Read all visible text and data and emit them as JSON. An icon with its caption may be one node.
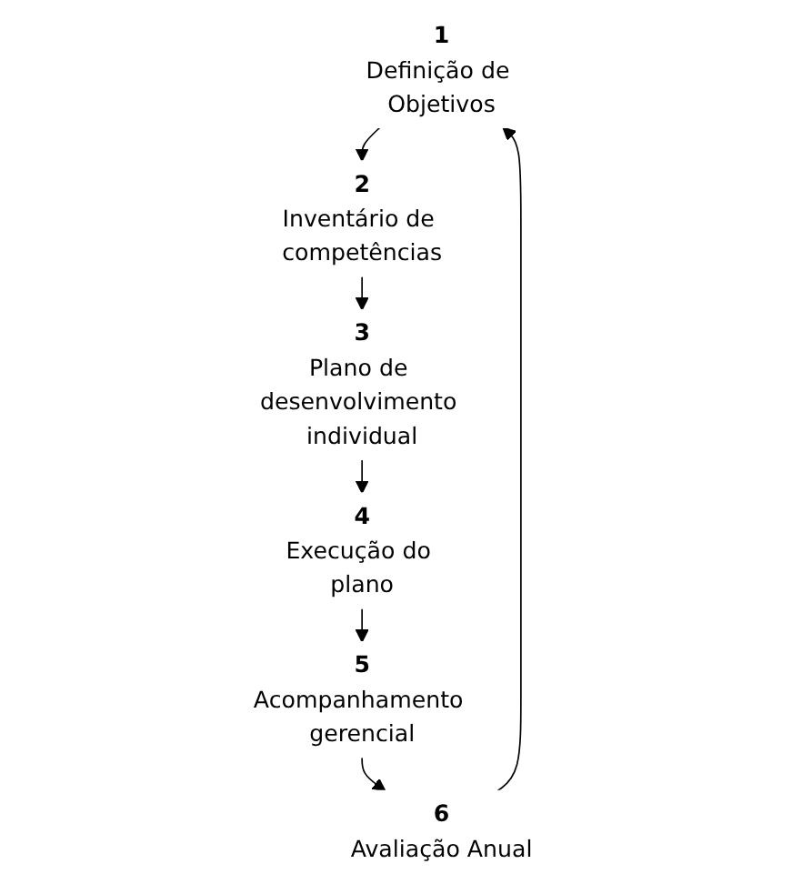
{
  "diagram": {
    "nodes": [
      {
        "text": [
          "1",
          "Definição de Objetivos"
        ]
      },
      {
        "text": [
          "2",
          "Inventário de competências"
        ]
      },
      {
        "text": [
          "3",
          "Plano de desenvolvimento individual"
        ]
      },
      {
        "text": [
          "4",
          "Execução do plano"
        ]
      },
      {
        "text": [
          "5",
          "Acompanhamento gerencial"
        ]
      },
      {
        "text": [
          "6",
          "Avaliação Anual"
        ]
      }
    ],
    "edges": [
      {
        "from": 0,
        "to": 1,
        "arrow": "to"
      },
      {
        "from": 1,
        "to": 2,
        "arrow": "to"
      },
      {
        "from": 2,
        "to": 3,
        "arrow": "to"
      },
      {
        "from": 3,
        "to": 4,
        "arrow": "to"
      },
      {
        "from": 4,
        "to": 5,
        "arrow": "to"
      },
      {
        "from": 5,
        "to": 0,
        "arrow": "to"
      }
    ]
  }
}
